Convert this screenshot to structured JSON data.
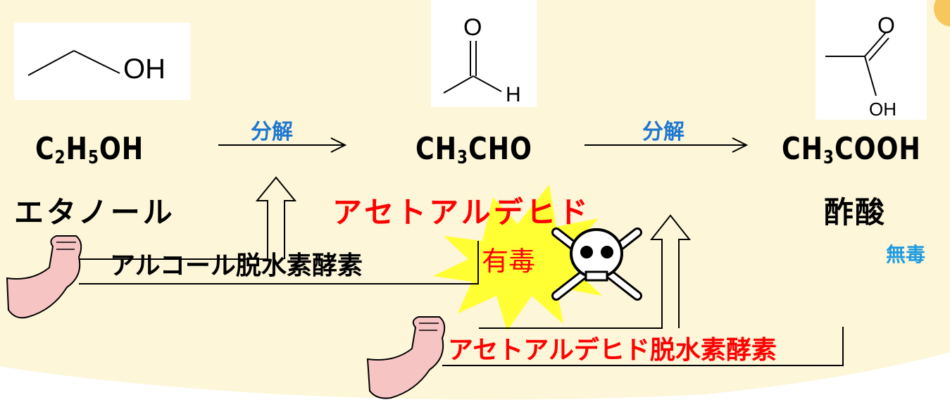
{
  "compounds": {
    "ethanol": {
      "formula_main": "C",
      "formula_sub1": "2",
      "formula_mid": "H",
      "formula_sub2": "5",
      "formula_end": "OH",
      "name": "エタノール"
    },
    "acetaldehyde": {
      "formula_pre": "CH",
      "formula_sub": "3",
      "formula_end": "CHO",
      "name": "アセトアルデヒド",
      "tag": "有毒"
    },
    "acetic_acid": {
      "formula_pre": "CH",
      "formula_sub": "3",
      "formula_end": "COOH",
      "name": "酢酸",
      "tag": "無毒"
    }
  },
  "structures": {
    "ethanol_oh": "OH",
    "aldehyde_o": "O",
    "aldehyde_h": "H",
    "acid_o": "O",
    "acid_oh": "OH"
  },
  "arrows": {
    "step1_label": "分解",
    "step2_label": "分解"
  },
  "enzymes": {
    "alcohol": "アルコール脱水素酵素",
    "aldehyde": "アセトアルデヒド脱水素酵素"
  },
  "colors": {
    "background": "#fdf6d8",
    "toxic_red": "#ff0000",
    "label_blue": "#1f77d0",
    "burst_yellow": "#ffff33",
    "arm_pink": "#f7c4c4"
  }
}
